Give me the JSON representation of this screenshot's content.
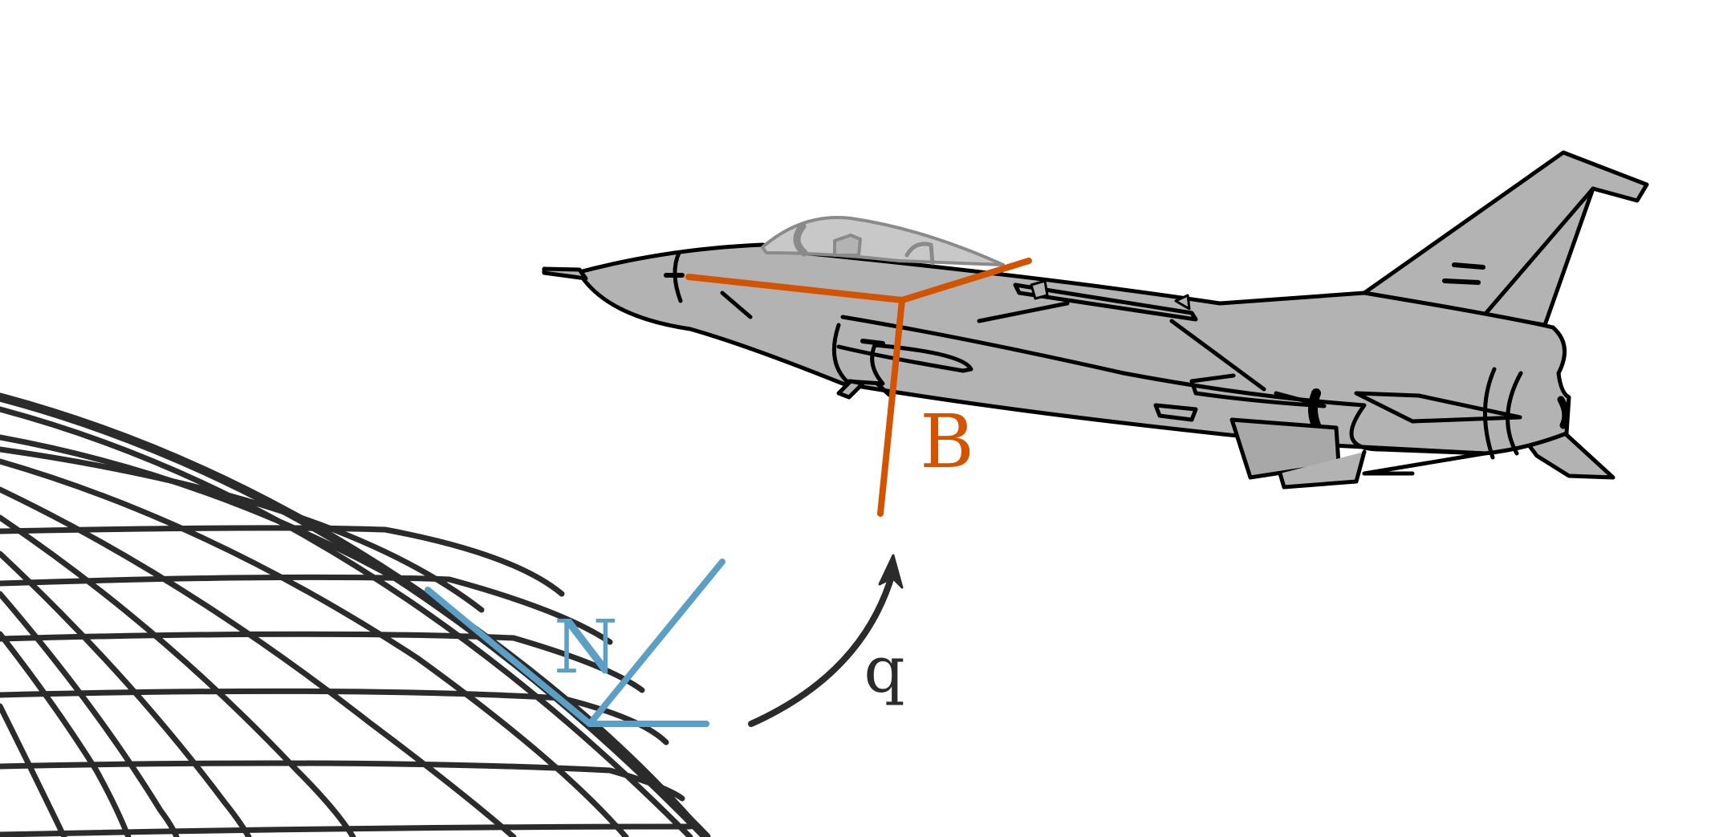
{
  "labels": {
    "body_frame": "B",
    "ned_frame": "N",
    "quaternion": "q"
  },
  "colors": {
    "background": "#ffffff",
    "outline": "#000000",
    "globe_grid": "#2b2b2b",
    "body_frame": "#d35400",
    "ned_frame": "#5b9fc6",
    "rotation_arrow": "#2b2b2b",
    "aircraft_fill": "#b3b3b3",
    "aircraft_dark": "#9a9a9a",
    "canopy": "#c8c8c8"
  },
  "icons": {
    "aircraft": "fighter-jet-icon",
    "globe": "globe-grid-icon",
    "rotation": "curved-arrow-icon"
  }
}
